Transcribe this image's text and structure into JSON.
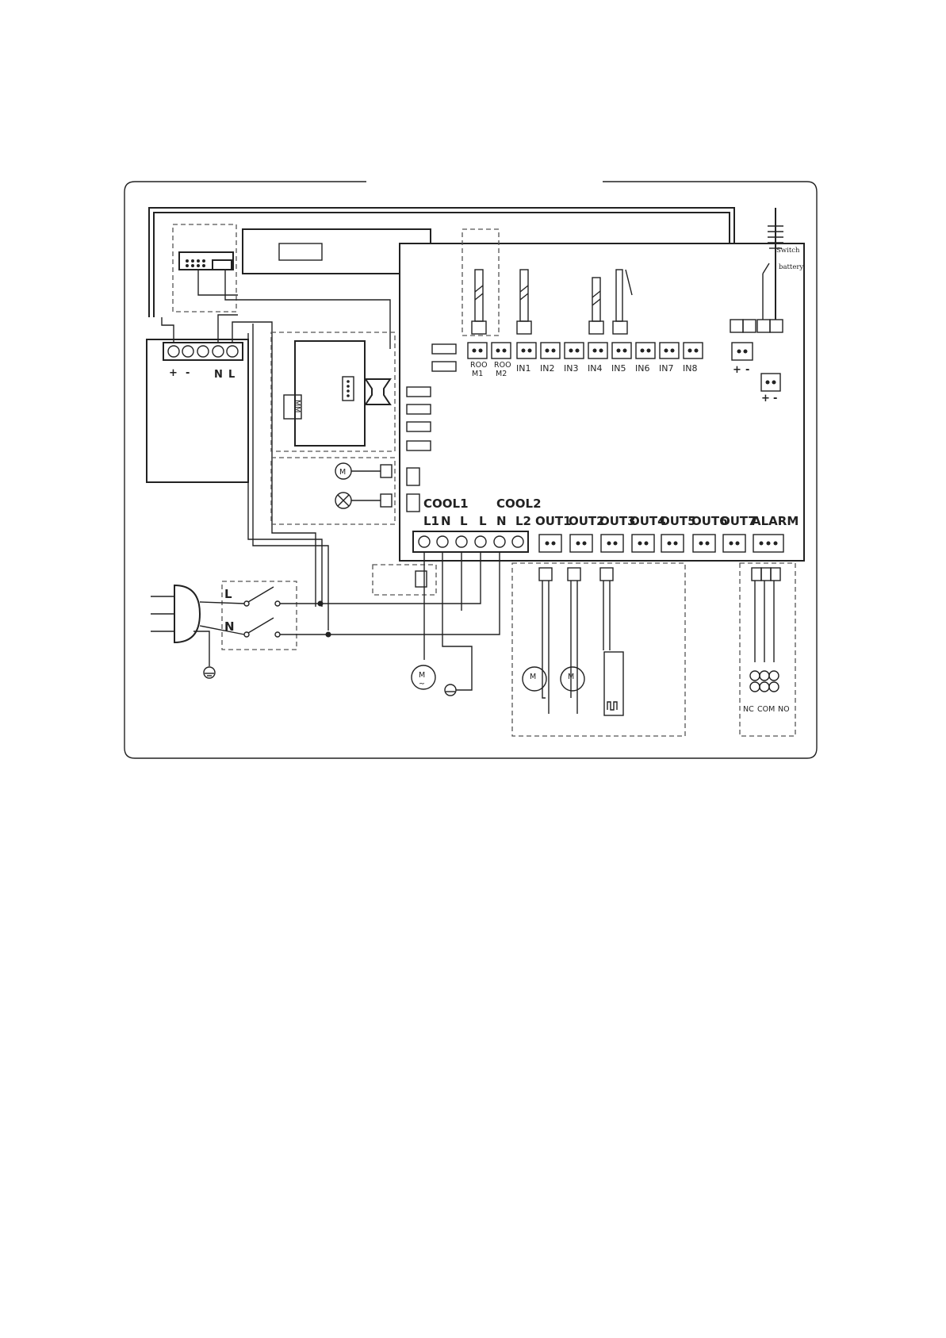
{
  "power_terminal": {
    "plus": "+",
    "minus": "-",
    "neutral": "N",
    "live": "L"
  },
  "right_power": {
    "plus": "+",
    "minus": "-"
  },
  "room_inputs": [
    {
      "line1": "ROO",
      "line2": "M1"
    },
    {
      "line1": "ROO",
      "line2": "M2"
    }
  ],
  "inputs": [
    "IN1",
    "IN2",
    "IN3",
    "IN4",
    "IN5",
    "IN6",
    "IN7",
    "IN8"
  ],
  "cool1": {
    "title": "COOL1",
    "pins": [
      "L1",
      "N",
      "L",
      "L"
    ]
  },
  "cool2": {
    "title": "COOL2",
    "pins": [
      "N",
      "L2"
    ]
  },
  "outputs": [
    "OUT1",
    "OUT2",
    "OUT3",
    "OUT4",
    "OUT5",
    "OUT6",
    "OUT7"
  ],
  "alarm": {
    "title": "ALARM",
    "contacts": [
      "NC",
      "COM",
      "NO"
    ]
  },
  "battery": {
    "switch_label": "Switch",
    "battery_label": "battery"
  },
  "mains_switch": {
    "live": "L",
    "neutral": "N"
  },
  "motor_symbol": "M"
}
